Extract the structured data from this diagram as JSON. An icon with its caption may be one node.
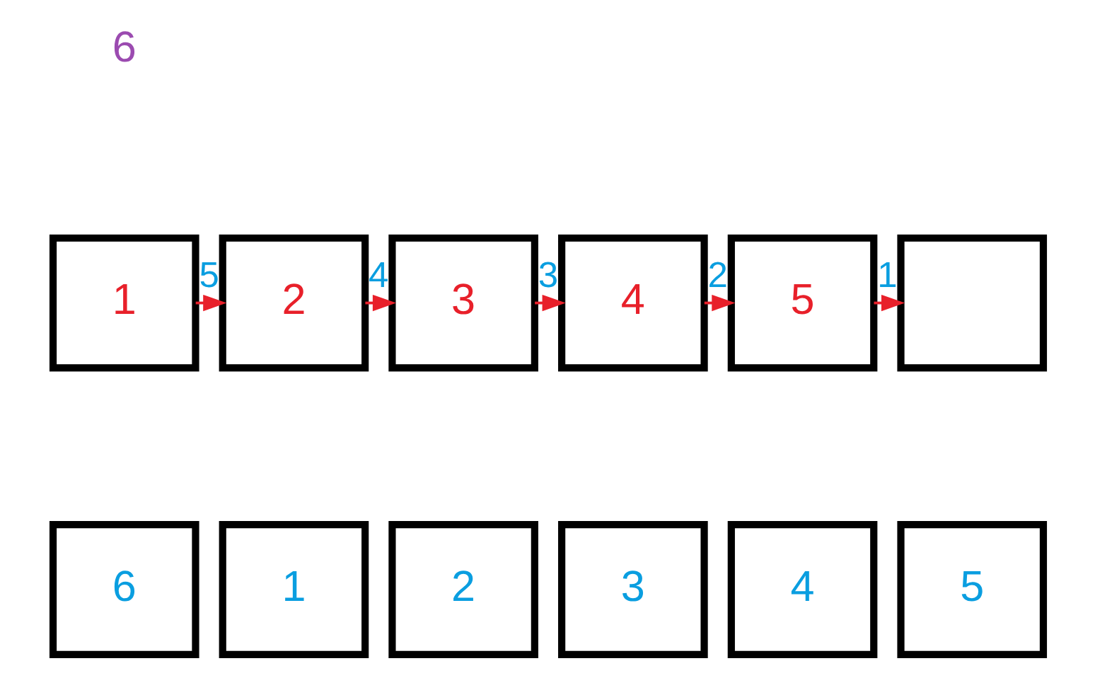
{
  "diagram": {
    "nodes": [
      {
        "text": [
          "1"
        ]
      },
      {
        "text": [
          "2"
        ]
      },
      {
        "text": [
          "3"
        ]
      },
      {
        "text": [
          "4"
        ]
      },
      {
        "text": [
          "5"
        ]
      },
      {
        "text": [],
        "shape": "box"
      },
      {
        "text": [
          "6"
        ]
      },
      {
        "text": [
          "1"
        ]
      },
      {
        "text": [
          "2"
        ]
      },
      {
        "text": [
          "3"
        ]
      },
      {
        "text": [
          "4"
        ]
      },
      {
        "text": [
          "5"
        ]
      }
    ],
    "edges": [
      {
        "from": 0,
        "to": 1,
        "arrow": "to",
        "label": "5"
      },
      {
        "from": 2,
        "to": 3,
        "arrow": "to",
        "label": "3"
      },
      {
        "from": 4,
        "to": 5,
        "arrow": "to",
        "label": "1"
      },
      {
        "from": 1,
        "to": 2,
        "arrow": "to",
        "label": "4"
      },
      {
        "from": 3,
        "to": 4,
        "arrow": "to",
        "label": "2"
      }
    ],
    "labels": [
      "6"
    ]
  }
}
